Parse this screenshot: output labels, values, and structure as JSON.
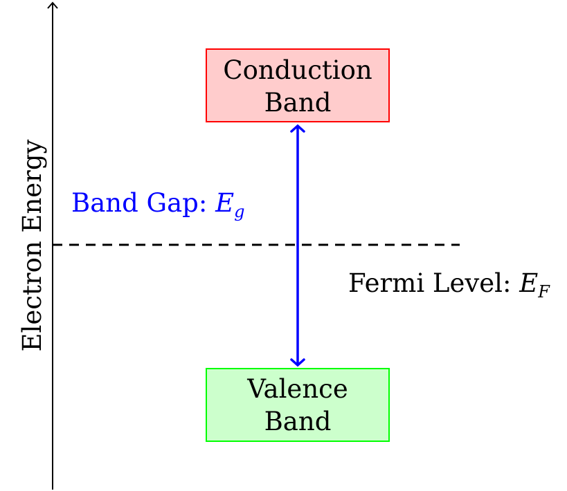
{
  "axis": {
    "label": "Electron Energy"
  },
  "bands": {
    "conduction": {
      "line1": "Conduction",
      "line2": "Band",
      "fill": "#ffcccc",
      "stroke": "#ff0000"
    },
    "valence": {
      "line1": "Valence",
      "line2": "Band",
      "fill": "#ccffcc",
      "stroke": "#00ff00"
    }
  },
  "band_gap": {
    "text": "Band Gap: ",
    "symbol": "E",
    "subscript": "g",
    "color": "#0000ff"
  },
  "fermi_level": {
    "text": "Fermi Level: ",
    "symbol": "E",
    "subscript": "F"
  }
}
